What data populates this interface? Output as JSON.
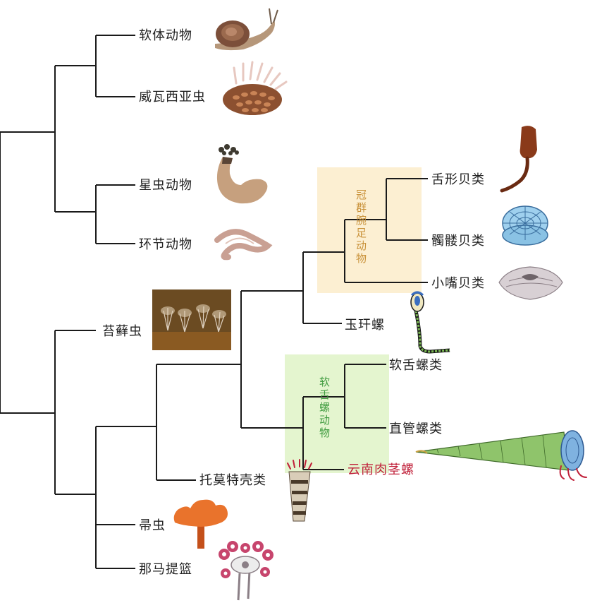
{
  "taxa": {
    "mollusca": "软体动物",
    "wiwaxia": "威瓦西亚虫",
    "sipuncula": "星虫动物",
    "annelida": "环节动物",
    "bryozoa": "苔藓虫",
    "lingulida": "舌形贝类",
    "craniida": "髑髅贝类",
    "rhynchonellida": "小嘴贝类",
    "yuganlo": "玉玕螺",
    "hyolithida": "软舌螺类",
    "orthothecida": "直管螺类",
    "yunnan": "云南肉茎螺",
    "tommotiida": "托莫特壳类",
    "phoronida": "帚虫",
    "nemertea": "那马提篮"
  },
  "groups": {
    "brachiopoda": "冠群腕足动物",
    "hyolitha": "软舌螺动物"
  },
  "colors": {
    "line": "#1a1a1a",
    "brachiopod_box": "#fcefd2",
    "brachiopod_text": "#c9923a",
    "hyolith_box": "#e4f5cf",
    "hyolith_text": "#3f9b3f",
    "highlight": "#c0213a"
  },
  "icons": {
    "snail": "snail-icon",
    "wiwaxia": "wiwaxia-icon",
    "sipunculid": "sipunculid-icon",
    "earthworm": "earthworm-icon",
    "bryozoan": "bryozoan-photo",
    "lingula": "lingula-icon",
    "crania": "crania-icon",
    "rhynchonellid": "rhynchonellid-icon",
    "yuganlo": "yuganlo-icon",
    "hyolith_cone": "hyolith-cone-icon",
    "tommotiid": "tommotiid-icon",
    "phoronid": "phoronid-icon",
    "namacalathus": "namacalathus-icon"
  }
}
